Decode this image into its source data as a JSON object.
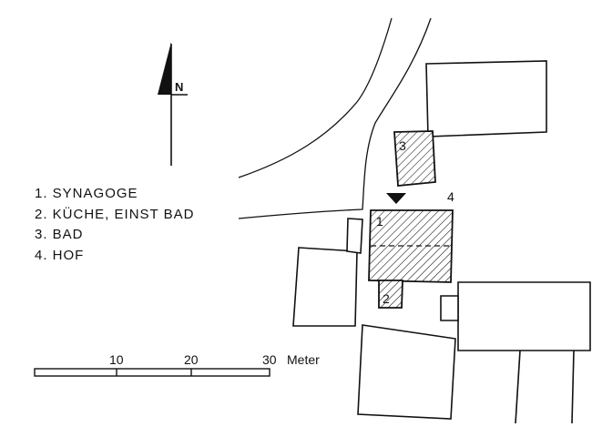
{
  "north": {
    "label": "N"
  },
  "legend": [
    {
      "text": "1. SYNAGOGE"
    },
    {
      "text": "2. KÜCHE, EINST BAD"
    },
    {
      "text": "3. BAD"
    },
    {
      "text": "4. HOF"
    }
  ],
  "plan_labels": {
    "synagogue": "1",
    "kitchen": "2",
    "bath": "3",
    "courtyard": "4"
  },
  "scale": {
    "ticks": [
      "10",
      "20",
      "30"
    ],
    "unit": "Meter"
  },
  "colors": {
    "ink": "#111111",
    "paper": "#ffffff"
  }
}
